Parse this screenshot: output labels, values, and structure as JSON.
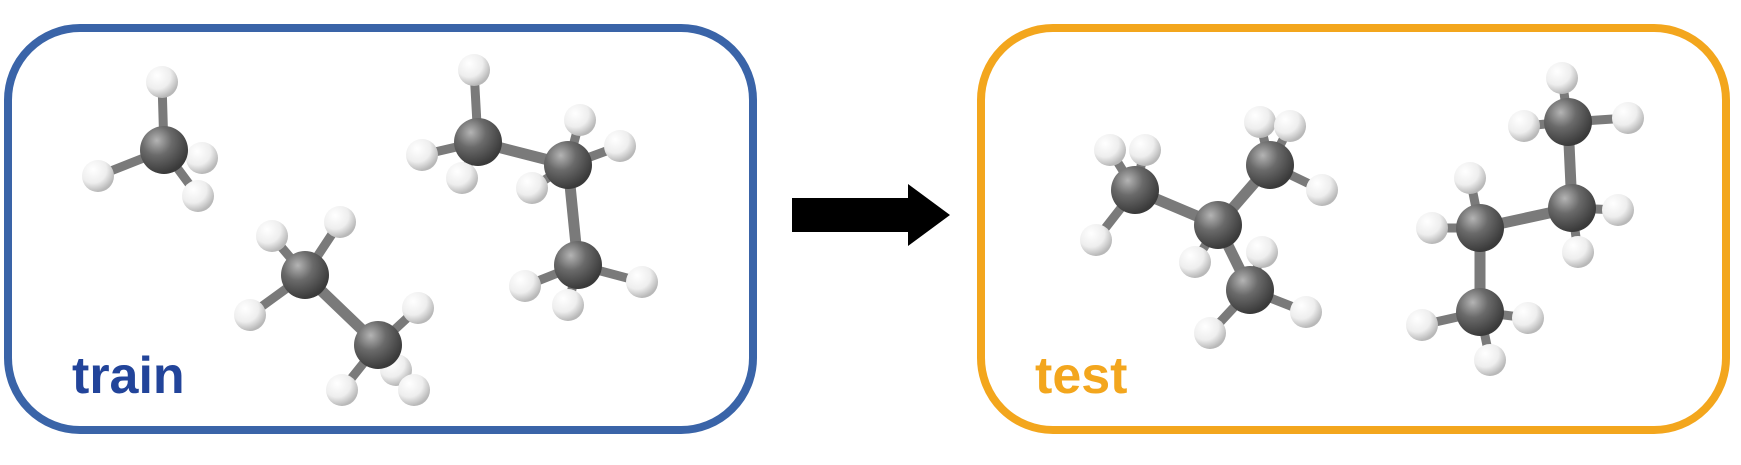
{
  "colors": {
    "train_accent": "#3a64a8",
    "train_label": "#22449a",
    "test_accent": "#f3a61d",
    "arrow": "#000000",
    "carbon": "#5f5f5f",
    "hydrogen": "#f0f0f0",
    "bond": "#7d7d7d"
  },
  "panels": {
    "train": {
      "label": "train"
    },
    "test": {
      "label": "test"
    }
  },
  "molecules": {
    "train": [
      "methane",
      "ethane",
      "propane"
    ],
    "test": [
      "isobutane",
      "butane"
    ]
  },
  "arrow": {
    "icon": "right-arrow-icon"
  }
}
